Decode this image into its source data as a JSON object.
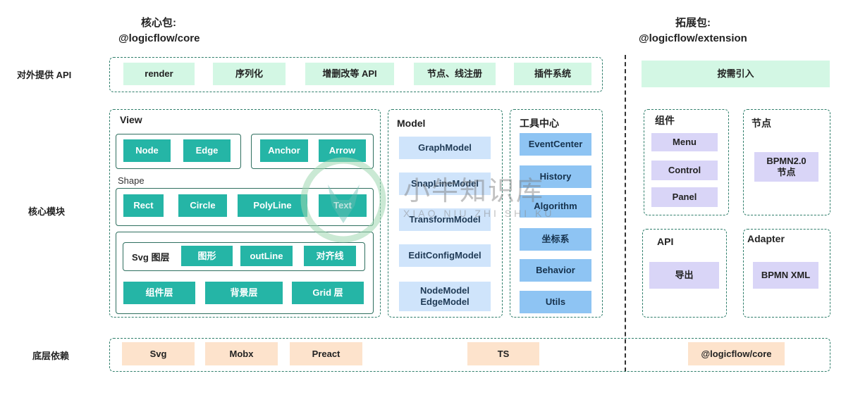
{
  "headers": {
    "core_title": "核心包:",
    "core_pkg": "@logicflow/core",
    "ext_title": "拓展包:",
    "ext_pkg": "@logicflow/extension"
  },
  "row_labels": {
    "api": "对外提供 API",
    "core": "核心模块",
    "base": "底层依赖"
  },
  "api_items": [
    "render",
    "序列化",
    "增删改等 API",
    "节点、线注册",
    "插件系统"
  ],
  "ext_api": "按需引入",
  "view": {
    "title": "View",
    "group1": [
      "Node",
      "Edge"
    ],
    "group2": [
      "Anchor",
      "Arrow"
    ],
    "shape_label": "Shape",
    "shapes": [
      "Rect",
      "Circle",
      "PolyLine",
      "Text"
    ],
    "svg_label": "Svg 图层",
    "svg_items": [
      "图形",
      "outLine",
      "对齐线"
    ],
    "layers": [
      "组件层",
      "背景层",
      "Grid 层"
    ]
  },
  "model": {
    "title": "Model",
    "items": [
      "GraphModel",
      "SnapLineModel",
      "TransformModel",
      "EditConfigModel",
      "NodeModel\nEdgeModel"
    ]
  },
  "tools": {
    "title": "工具中心",
    "items": [
      "EventCenter",
      "History",
      "Algorithm",
      "坐标系",
      "Behavior",
      "Utils"
    ]
  },
  "ext": {
    "components_title": "组件",
    "components": [
      "Menu",
      "Control",
      "Panel"
    ],
    "nodes_title": "节点",
    "nodes_item": "BPMN2.0\n节点",
    "api_title": "API",
    "api_item": "导出",
    "adapter_title": "Adapter",
    "adapter_item": "BPMN XML"
  },
  "base_items": [
    "Svg",
    "Mobx",
    "Preact",
    "TS"
  ],
  "ext_base": "@logicflow/core",
  "watermark": {
    "cn": "小牛知识库",
    "en": "XIAO NIU ZHI SHI KU"
  },
  "colors": {
    "mint": "#d3f7e4",
    "teal": "#25b5a6",
    "light_blue": "#cfe4fb",
    "blue": "#8ec4f3",
    "lavender": "#d9d5f7",
    "peach": "#fde3cc",
    "border": "#2f7e6b"
  }
}
